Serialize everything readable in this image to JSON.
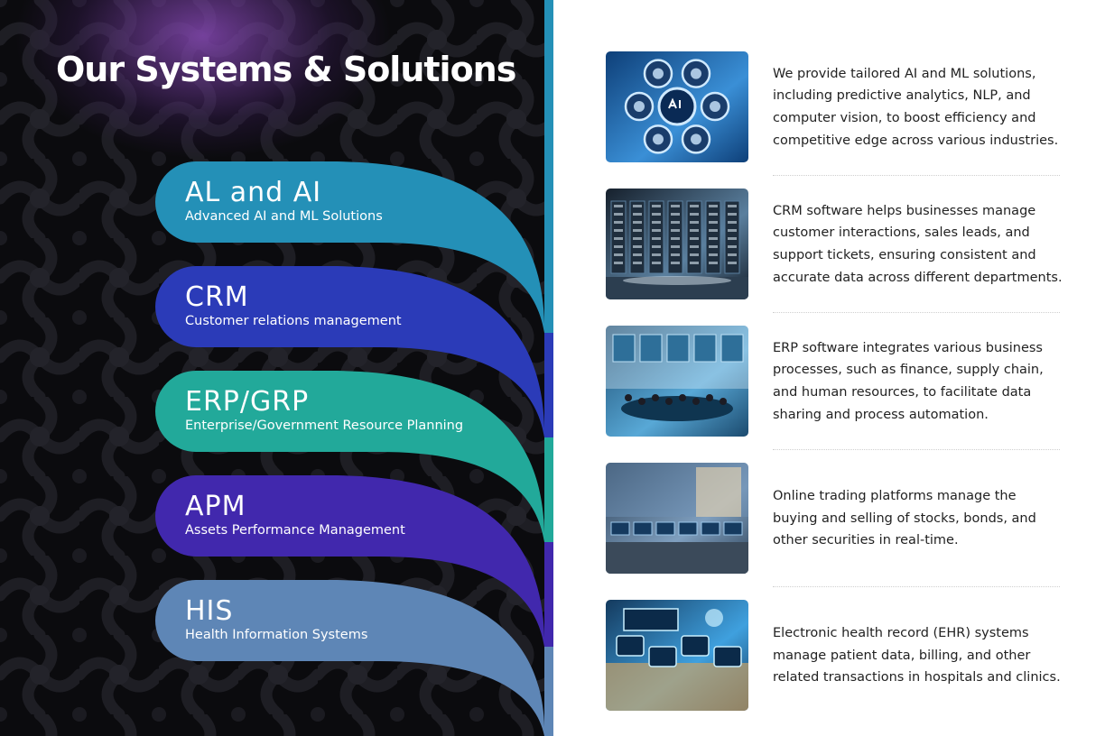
{
  "title": "Our Systems & Solutions",
  "solutions": [
    {
      "abbr": "AL and AI",
      "full": "Advanced AI and ML Solutions",
      "color": "#2490b7",
      "icon": "ai-chip-icon",
      "description": "We provide tailored AI and ML solutions, including predictive analytics, NLP, and computer vision, to boost efficiency and competitive edge across various industries."
    },
    {
      "abbr": "CRM",
      "full": "Customer relations management",
      "color": "#2b3bb8",
      "icon": "server-room-icon",
      "description": "CRM software helps businesses manage customer interactions, sales leads, and support tickets, ensuring consistent and accurate data across different departments."
    },
    {
      "abbr": "ERP/GRP",
      "full": "Enterprise/Government Resource Planning",
      "color": "#22a99a",
      "icon": "conference-room-icon",
      "description": "ERP software integrates various business processes, such as finance, supply chain, and human resources, to facilitate data sharing and process automation."
    },
    {
      "abbr": "APM",
      "full": "Assets Performance Management",
      "color": "#4128ad",
      "icon": "trading-floor-icon",
      "description": "Online trading platforms manage the buying and selling of stocks, bonds, and other securities in real-time."
    },
    {
      "abbr": "HIS",
      "full": "Health Information Systems",
      "color": "#5e86b6",
      "icon": "health-tablets-icon",
      "description": "Electronic health record (EHR) systems manage patient data, billing, and other related transactions in hospitals and clinics."
    }
  ]
}
